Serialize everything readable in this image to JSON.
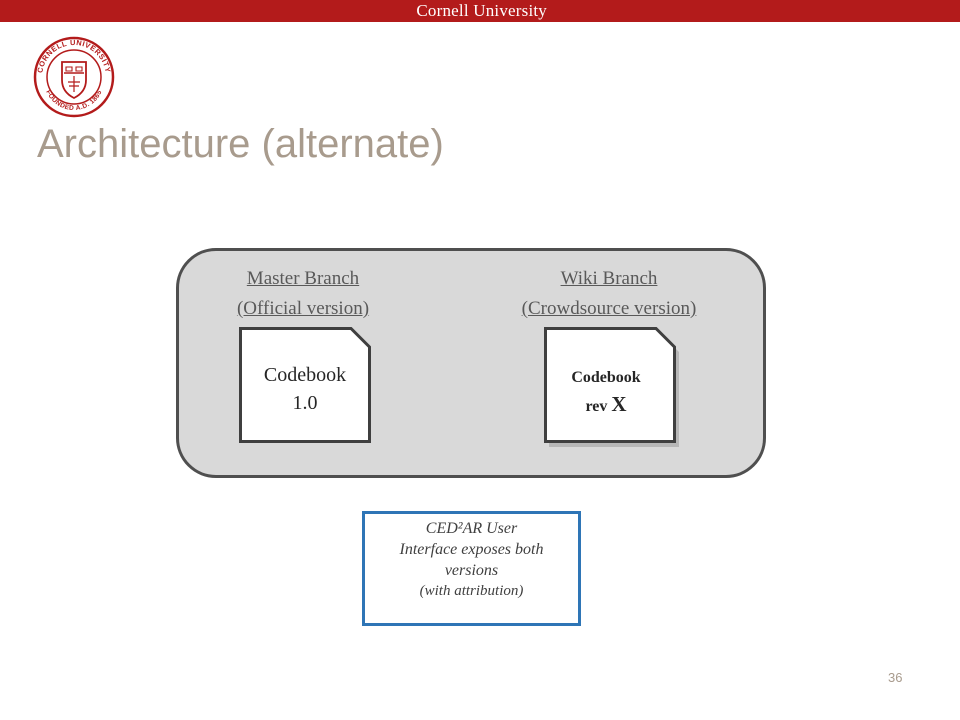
{
  "header": {
    "institution": "Cornell University",
    "colors": {
      "bar": "#b31b1b",
      "title_text": "#a89b8d"
    }
  },
  "seal": {
    "ring_text": "CORNELL UNIVERSITY",
    "founded_text": "FOUNDED A.D. 1865"
  },
  "slide": {
    "title": "Architecture (alternate)",
    "page_number": "36"
  },
  "diagram": {
    "master_branch": {
      "label_line1": "Master Branch",
      "label_line2": "(Official version)",
      "doc_line1": "Codebook",
      "doc_line2": "1.0"
    },
    "wiki_branch": {
      "label_line1": "Wiki Branch",
      "label_line2": "(Crowdsource version)",
      "doc_line1": "Codebook",
      "doc_line2_prefix": "rev ",
      "doc_line2_x": "X"
    },
    "cedar_note": {
      "line1": "CED²AR User",
      "line2": "Interface exposes both",
      "line3": "versions",
      "line4": "(with attribution)"
    }
  }
}
